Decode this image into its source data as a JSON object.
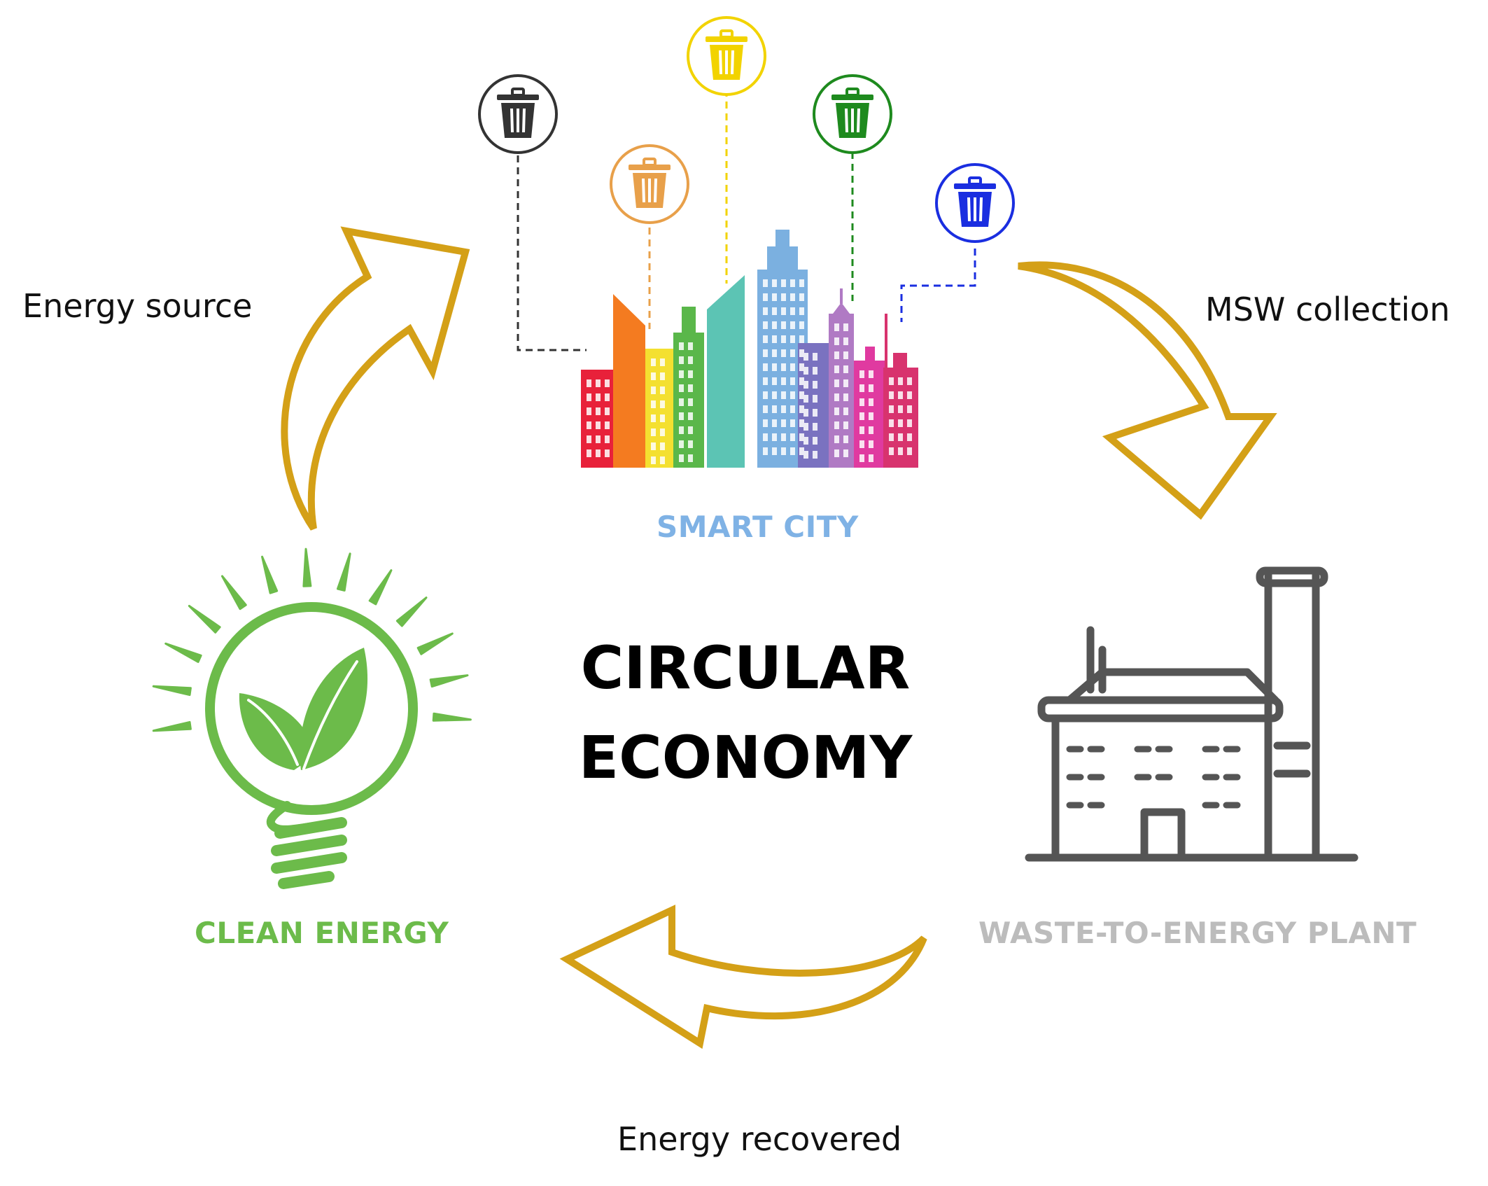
{
  "center": {
    "line1": "CIRCULAR",
    "line2": "ECONOMY"
  },
  "nodes": {
    "smart_city": {
      "label": "SMART CITY",
      "color": "#7fb2e5"
    },
    "waste_plant": {
      "label": "WASTE-TO-ENERGY PLANT",
      "color": "#bcbcbc"
    },
    "clean_energy": {
      "label": "CLEAN ENERGY",
      "color": "#6cbb4a"
    }
  },
  "edges": {
    "msw_collection": "MSW collection",
    "energy_recovered": "Energy recovered",
    "energy_source": "Energy source"
  },
  "colors": {
    "arrow_stroke": "#d4a017",
    "bins": [
      "#333333",
      "#e8a04a",
      "#f2d300",
      "#1e8a1e",
      "#1a2ee0"
    ],
    "buildings": [
      "#e8213a",
      "#f47b20",
      "#f4e030",
      "#5ab74a",
      "#5cc4b4",
      "#7bb0e0",
      "#7a72c0",
      "#b07ac4",
      "#e03aa0",
      "#d8336e"
    ],
    "plant": "#555555"
  }
}
